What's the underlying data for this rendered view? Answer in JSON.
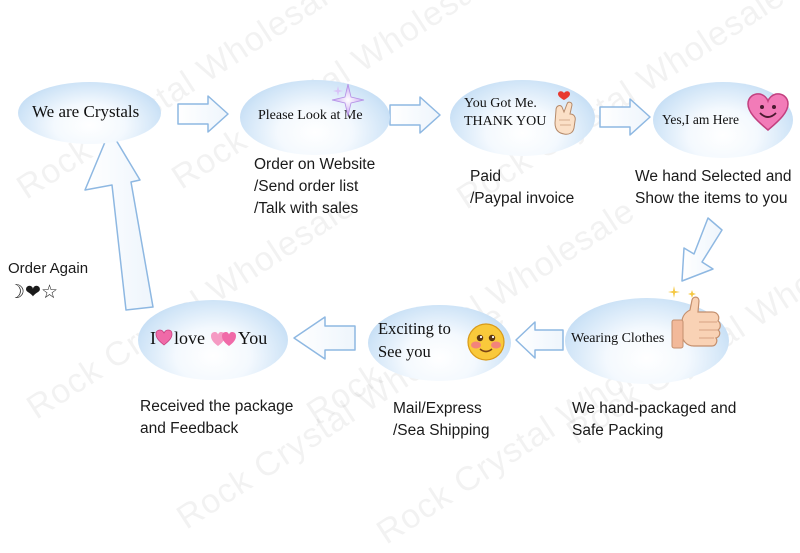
{
  "watermark": "Rock Crystal Wholesale",
  "steps": [
    {
      "label": "We are Crystals"
    },
    {
      "label": "Please Look at Me",
      "lines": [
        "Order on Website",
        "/Send order list",
        "/Talk with sales"
      ]
    },
    {
      "label_line1": "You Got Me.",
      "label_line2": "THANK YOU",
      "lines": [
        "Paid",
        "/Paypal invoice"
      ]
    },
    {
      "label": "Yes,I am Here",
      "lines": [
        "We hand Selected and",
        "Show the items to you"
      ]
    },
    {
      "label": "Wearing Clothes",
      "lines": [
        "We hand-packaged and",
        "Safe Packing"
      ]
    },
    {
      "label_line1": "Exciting to",
      "label_line2": "See you",
      "lines": [
        "Mail/Express",
        "/Sea Shipping"
      ]
    },
    {
      "label_part1": "I",
      "label_part2": "love",
      "label_part3": "You",
      "lines": [
        "Received the package",
        "and Feedback"
      ]
    }
  ],
  "order_again": {
    "label": "Order Again",
    "symbols": "☽❤☆"
  },
  "icons": [
    "sparkle-icon",
    "finger-heart-icon",
    "smiling-heart-icon",
    "thumbs-up-icon",
    "blushing-face-icon",
    "pink-heart-icon",
    "double-heart-icon"
  ]
}
